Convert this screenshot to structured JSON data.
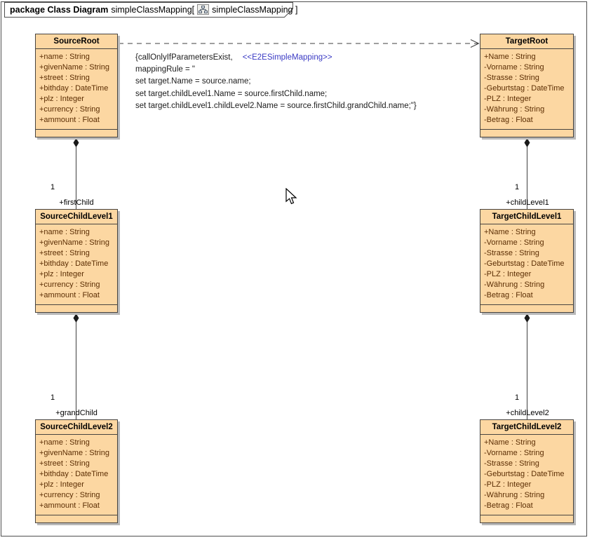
{
  "header": {
    "keyword": "package Class Diagram",
    "diagram_ref": "simpleClassMapping[",
    "diagram_name": "simpleClassMapping ]"
  },
  "note": {
    "constraint": "{callOnlyIfParametersExist,",
    "stereotype": "<<E2ESimpleMapping>>",
    "lines": [
      "mappingRule = \"",
      "set target.Name = source.name;",
      "set target.childLevel1.Name = source.firstChild.name;",
      "set target.childLevel1.childLevel2.Name = source.firstChild.grandChild.name;\"}"
    ]
  },
  "classes": [
    {
      "name": "SourceRoot",
      "attributes": [
        "+name : String",
        "+givenName : String",
        "+street : String",
        "+bithday : DateTime",
        "+plz : Integer",
        "+currency : String",
        "+ammount : Float"
      ]
    },
    {
      "name": "TargetRoot",
      "attributes": [
        "+Name : String",
        "-Vorname : String",
        "-Strasse : String",
        "-Geburtstag : DateTime",
        "-PLZ : Integer",
        "-Währung : String",
        "-Betrag : Float"
      ]
    },
    {
      "name": "SourceChildLevel1",
      "attributes": [
        "+name : String",
        "+givenName : String",
        "+street : String",
        "+bithday : DateTime",
        "+plz : Integer",
        "+currency : String",
        "+ammount : Float"
      ]
    },
    {
      "name": "TargetChildLevel1",
      "attributes": [
        "+Name : String",
        "-Vorname : String",
        "-Strasse : String",
        "-Geburtstag : DateTime",
        "-PLZ : Integer",
        "-Währung : String",
        "-Betrag : Float"
      ]
    },
    {
      "name": "SourceChildLevel2",
      "attributes": [
        "+name : String",
        "+givenName : String",
        "+street : String",
        "+bithday : DateTime",
        "+plz : Integer",
        "+currency : String",
        "+ammount : Float"
      ]
    },
    {
      "name": "TargetChildLevel2",
      "attributes": [
        "+Name : String",
        "-Vorname : String",
        "-Strasse : String",
        "-Geburtstag : DateTime",
        "-PLZ : Integer",
        "-Währung : String",
        "-Betrag : Float"
      ]
    }
  ],
  "connectors": {
    "source_child1": {
      "multiplicity": "1",
      "role": "+firstChild"
    },
    "source_child2": {
      "multiplicity": "1",
      "role": "+grandChild"
    },
    "target_child1": {
      "multiplicity": "1",
      "role": "+childLevel1"
    },
    "target_child2": {
      "multiplicity": "1",
      "role": "+childLevel2"
    }
  },
  "colors": {
    "class_fill": "#FCD7A2",
    "class_border": "#474440",
    "attribute_text": "#5c2e04",
    "stereotype_text": "#3a3ac4",
    "connector_line": "#3f3f3f",
    "shadow": "#b9b9b9"
  }
}
